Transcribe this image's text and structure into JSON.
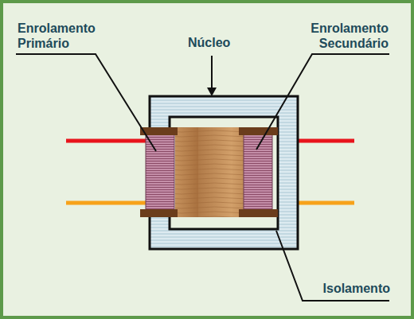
{
  "diagram": {
    "labels": [
      "Enrolamento Primário",
      "Núcleo",
      "Enrolamento Secundário",
      "Isolamento"
    ]
  }
}
